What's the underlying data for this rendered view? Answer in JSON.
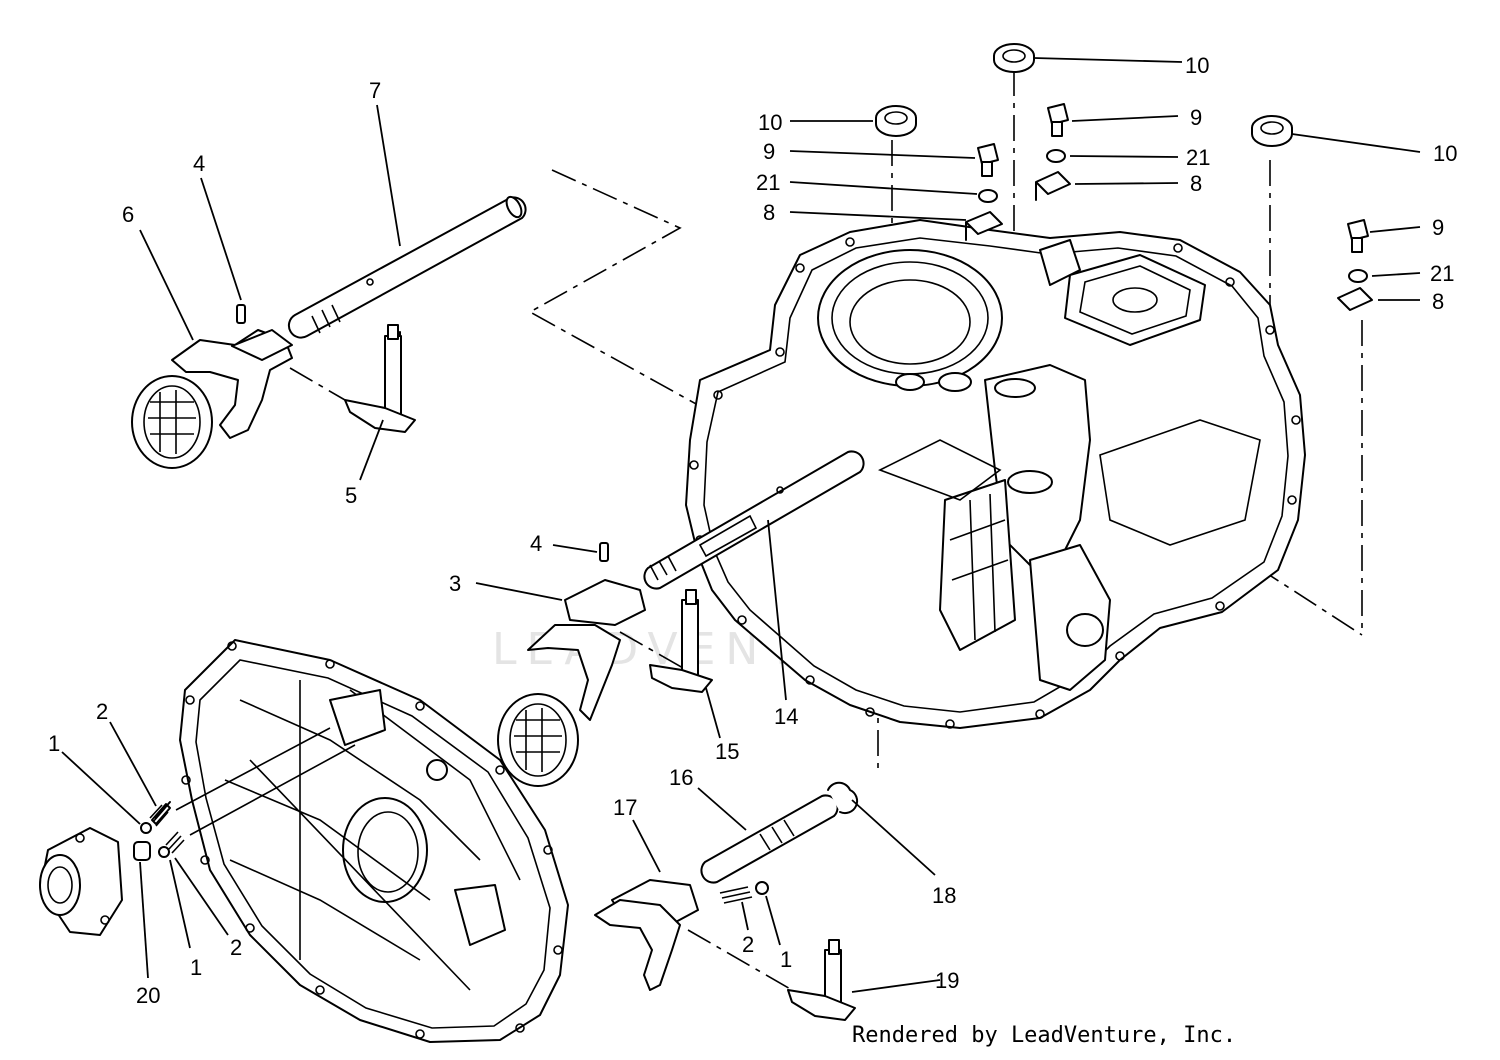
{
  "callouts": {
    "c1a": "1",
    "c1b": "1",
    "c1c": "1",
    "c2a": "2",
    "c2b": "2",
    "c2c": "2",
    "c3": "3",
    "c4a": "4",
    "c4b": "4",
    "c5": "5",
    "c6": "6",
    "c7": "7",
    "c8a": "8",
    "c8b": "8",
    "c8c": "8",
    "c9a": "9",
    "c9b": "9",
    "c9c": "9",
    "c10a": "10",
    "c10b": "10",
    "c10c": "10",
    "c14": "14",
    "c15": "15",
    "c16": "16",
    "c17": "17",
    "c18": "18",
    "c19": "19",
    "c20": "20",
    "c21a": "21",
    "c21b": "21",
    "c21c": "21"
  },
  "watermark": "LEADVENTURE",
  "credit": "Rendered by LeadVenture, Inc."
}
